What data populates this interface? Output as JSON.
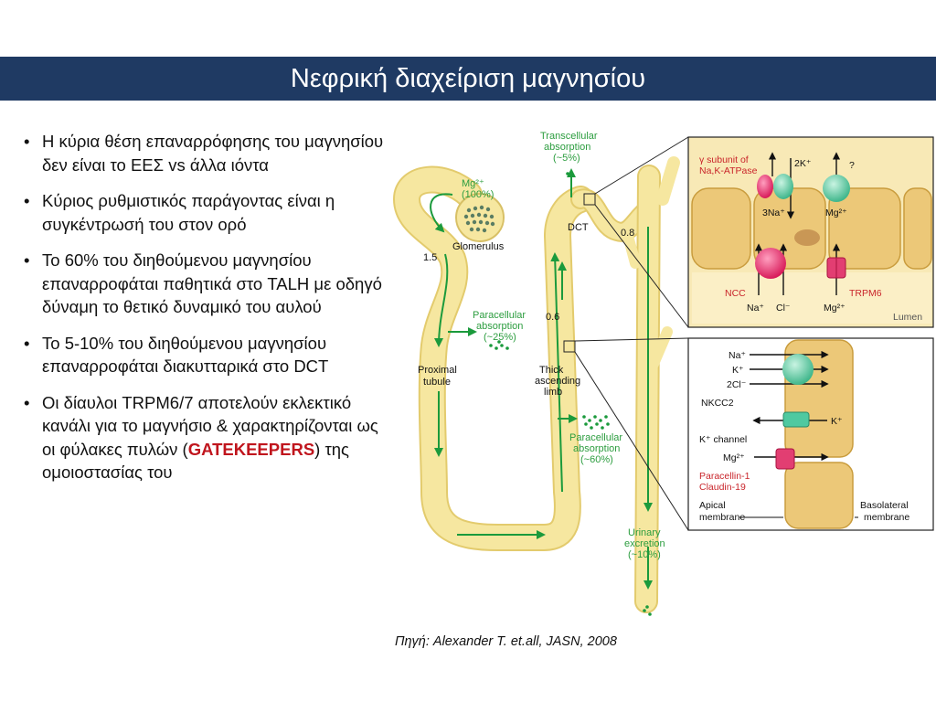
{
  "slide": {
    "title": "Νεφρική διαχείριση μαγνησίου",
    "bullets": [
      {
        "text": "Η κύρια θέση επαναρρόφησης του μαγνησίου δεν είναι το ΕΕΣ vs άλλα ιόντα"
      },
      {
        "text": "Κύριος ρυθμιστικός παράγοντας είναι η συγκέντρωσή του στον ορό"
      },
      {
        "text": "Το 60% του διηθούμενου μαγνησίου επαναρροφάται παθητικά στο TALH με οδηγό δύναμη το θετικό δυναμικό του αυλού"
      },
      {
        "text": "Το 5-10% του διηθούμενου μαγνησίου επαναρροφάται διακυτταρικά στο DCT"
      },
      {
        "text_before": "Οι δίαυλοι TRPM6/7 αποτελούν εκλεκτικό κανάλι για το μαγνήσιο & χαρακτηρίζονται ως οι φύλακες πυλών (",
        "emphasis": "GATEKEEPERS",
        "text_after": ") της ομοιοστασίας του"
      }
    ],
    "bullet_symbol": "•",
    "source": "Πηγή:  Alexander T. et.all, JASN, 2008"
  },
  "figure": {
    "nephron": {
      "mg_label": "Mg²⁺",
      "mg_percent": "(100%)",
      "glomerulus": "Glomerulus",
      "value_1_5": "1.5",
      "proximal": [
        "Proximal",
        "tubule"
      ],
      "para25": [
        "Paracellular",
        "absorption",
        "(~25%)"
      ],
      "value_0_6": "0.6",
      "thick": [
        "Thick",
        "ascending",
        "limb"
      ],
      "transcellular": [
        "Transcellular",
        "absorption",
        "(~5%)"
      ],
      "dct": "DCT",
      "value_0_8": "0.8",
      "para60": [
        "Paracellular",
        "absorption",
        "(~60%)"
      ],
      "urinary": [
        "Urinary",
        "excretion",
        "(~10%)"
      ]
    },
    "dct_panel": {
      "gamma": "γ subunit of",
      "nakatpase": "Na,K-ATPase",
      "k2": "2K⁺",
      "q": "?",
      "na3": "3Na⁺",
      "mg_top": "Mg²⁺",
      "ncc": "NCC",
      "na": "Na⁺",
      "cl": "Cl⁻",
      "trpm6": "TRPM6",
      "mg_bottom": "Mg²⁺",
      "lumen": "Lumen"
    },
    "talh_panel": {
      "na": "Na⁺",
      "k": "K⁺",
      "cl2": "2Cl⁻",
      "nkcc2": "NKCC2",
      "k_right": "K⁺",
      "kchannel": "K⁺ channel",
      "mg": "Mg²⁺",
      "paracellin": "Paracellin-1",
      "claudin": "Claudin-19",
      "apical": [
        "Apical",
        "membrane"
      ],
      "basolateral": [
        "Basolateral",
        "membrane"
      ]
    },
    "colors": {
      "tubule": "#f6e7a0",
      "tubule_edge": "#e6cf70",
      "arrow_green": "#1b9a3c",
      "label_green": "#2c9d3f",
      "label_red": "#c9252b",
      "cell": "#ecc878",
      "panel_bg": "#f8e9b6",
      "transporter_green": "#4fc9a0",
      "transporter_pink": "#e23e72"
    }
  }
}
